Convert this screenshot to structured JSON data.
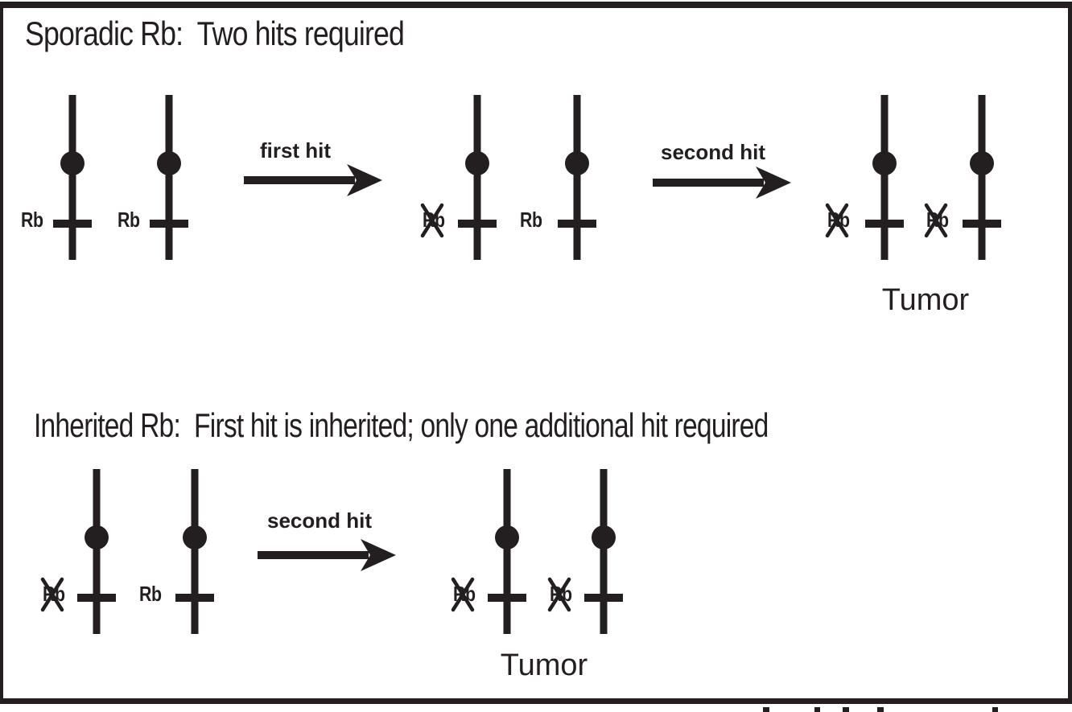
{
  "figure": {
    "background": "#ffffff",
    "ink_color": "#231f20",
    "description": "Two-hit hypothesis diagram for the Rb tumor-suppressor gene"
  },
  "sections": [
    {
      "id": "sporadic",
      "title": "Sporadic Rb:  Two hits required",
      "arrows": [
        {
          "label": "first hit"
        },
        {
          "label": "second hit"
        }
      ],
      "stages": [
        {
          "chromosomes": [
            {
              "label": "Rb",
              "knocked_out": false
            },
            {
              "label": "Rb",
              "knocked_out": false
            }
          ]
        },
        {
          "chromosomes": [
            {
              "label": "Rb",
              "knocked_out": true
            },
            {
              "label": "Rb",
              "knocked_out": false
            }
          ]
        },
        {
          "chromosomes": [
            {
              "label": "Rb",
              "knocked_out": true
            },
            {
              "label": "Rb",
              "knocked_out": true
            }
          ],
          "caption": "Tumor"
        }
      ]
    },
    {
      "id": "inherited",
      "title": "Inherited Rb:  First hit is inherited; only one additional hit required",
      "arrows": [
        {
          "label": "second hit"
        }
      ],
      "stages": [
        {
          "chromosomes": [
            {
              "label": "Rb",
              "knocked_out": true
            },
            {
              "label": "Rb",
              "knocked_out": false
            }
          ]
        },
        {
          "chromosomes": [
            {
              "label": "Rb",
              "knocked_out": true
            },
            {
              "label": "Rb",
              "knocked_out": true
            }
          ],
          "caption": "Tumor"
        }
      ]
    }
  ]
}
